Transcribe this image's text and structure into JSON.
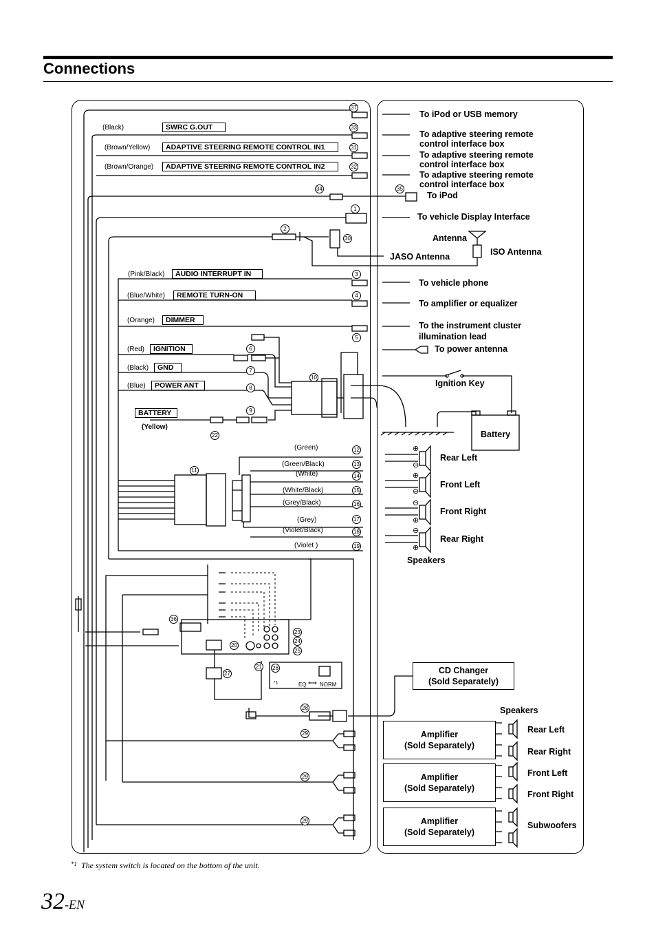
{
  "page": {
    "title": "Connections",
    "page_number": "32",
    "page_suffix": "-EN",
    "footnote_mark": "*1",
    "footnote": "The system switch is located on the bottom of the unit."
  },
  "left": {
    "wires": [
      {
        "color": "(Black)",
        "label": "SWRC G.OUT"
      },
      {
        "color": "(Brown/Yellow)",
        "label": "ADAPTIVE STEERING REMOTE CONTROL IN1"
      },
      {
        "color": "(Brown/Orange)",
        "label": "ADAPTIVE STEERING REMOTE CONTROL IN2"
      },
      {
        "color": "(Pink/Black)",
        "label": "AUDIO INTERRUPT IN"
      },
      {
        "color": "(Blue/White)",
        "label": "REMOTE TURN-ON"
      },
      {
        "color": "(Orange)",
        "label": "DIMMER"
      },
      {
        "color": "(Red)",
        "label": "IGNITION"
      },
      {
        "color": "(Black)",
        "label": "GND"
      },
      {
        "color": "(Blue)",
        "label": "POWER ANT"
      }
    ],
    "battery_label": "BATTERY",
    "yellow": "(Yellow)",
    "speaker_wires": [
      "(Green)",
      "(Green/Black)",
      "(White)",
      "(White/Black)",
      "(Grey/Black)",
      "(Grey)",
      "(Violet/Black)",
      "(Violet )"
    ],
    "switch_mark": "*1",
    "eq": "EQ",
    "norm": "NORM",
    "arrow": "⟷"
  },
  "numbers": [
    "37",
    "33",
    "31",
    "32",
    "34",
    "35",
    "1",
    "2",
    "30",
    "3",
    "4",
    "5",
    "6",
    "7",
    "8",
    "9",
    "10",
    "22",
    "11",
    "12",
    "13",
    "14",
    "15",
    "16",
    "17",
    "18",
    "19",
    "36",
    "23",
    "24",
    "25",
    "20",
    "21",
    "26",
    "27",
    "28",
    "29",
    "29",
    "29"
  ],
  "right": {
    "targets": [
      "To iPod or USB memory",
      "To adaptive steering remote control interface box",
      "To adaptive steering remote control interface box",
      "To adaptive steering remote control interface box",
      "To iPod",
      "To vehicle Display Interface",
      "Antenna",
      "ISO Antenna",
      "JASO Antenna",
      "To vehicle phone",
      "To amplifier or equalizer",
      "To the instrument cluster illumination lead",
      "To power antenna",
      "Ignition Key",
      "Battery"
    ],
    "speakers_top": [
      "Rear Left",
      "Front Left",
      "Front Right",
      "Rear Right"
    ],
    "speakers_label": "Speakers",
    "cd_changer": "CD Changer\n(Sold Separately)",
    "speakers_bottom_label": "Speakers",
    "amplifier": "Amplifier\n(Sold Separately)",
    "speakers_bottom": [
      "Rear Left",
      "Rear Right",
      "Front Left",
      "Front Right",
      "Subwoofers"
    ],
    "plus": "⊕",
    "minus": "⊖"
  }
}
